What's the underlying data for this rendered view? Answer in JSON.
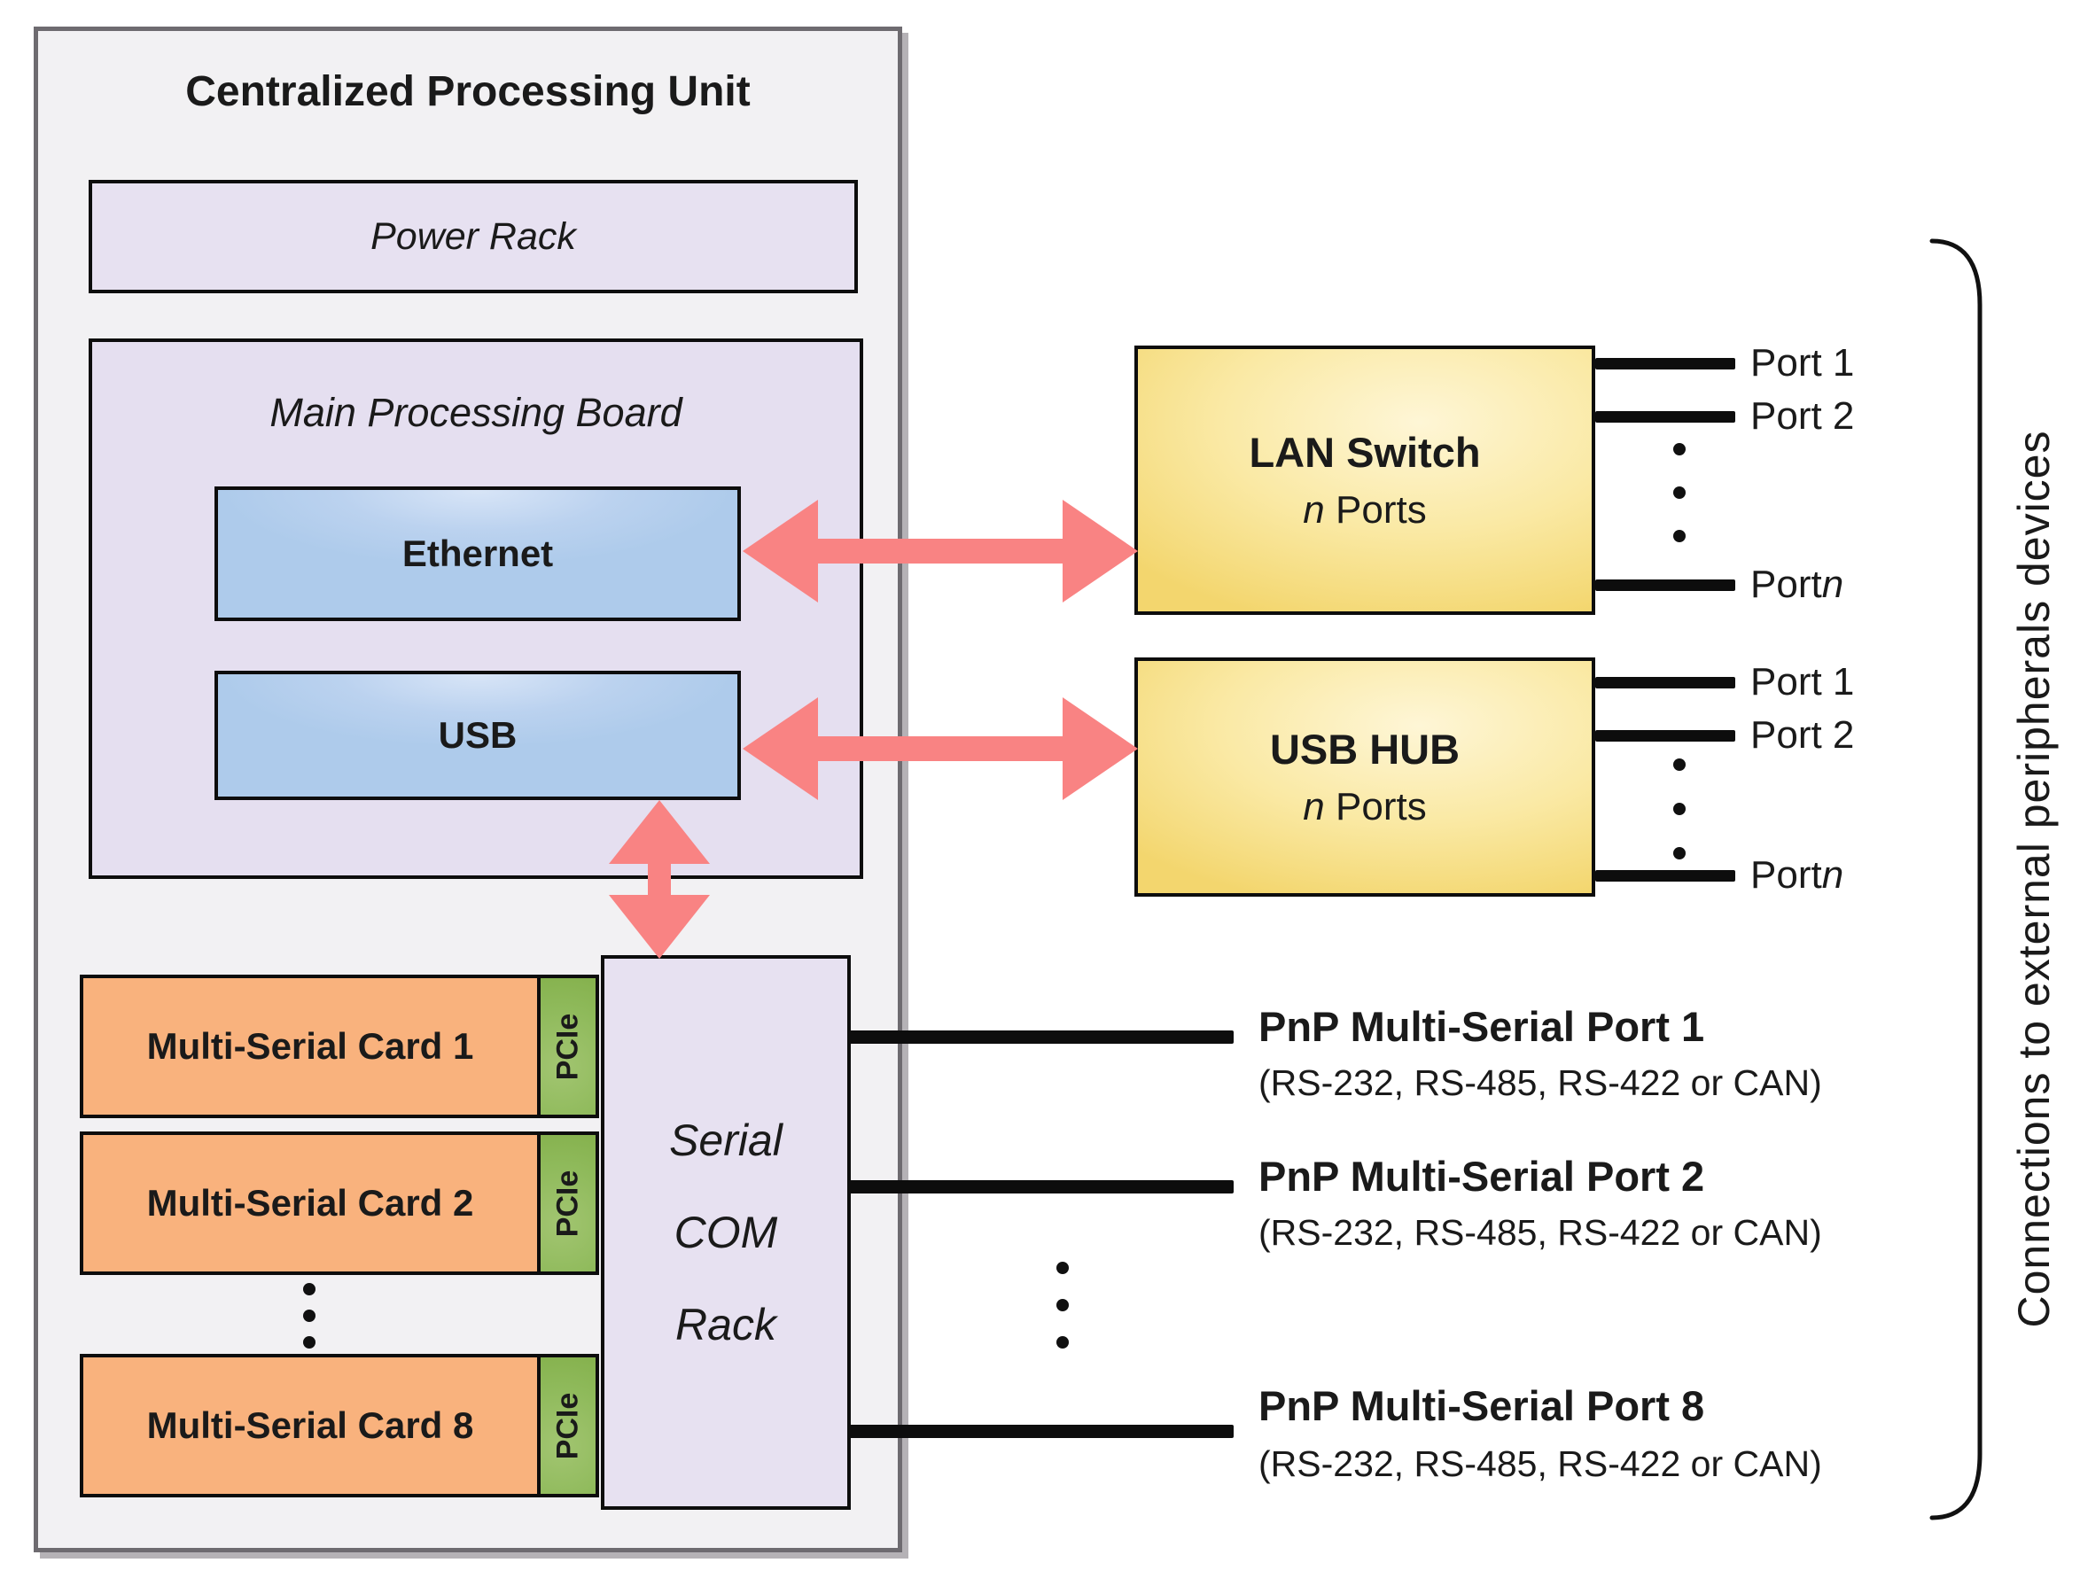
{
  "cpu": {
    "title": "Centralized Processing Unit",
    "power_rack_label": "Power Rack",
    "main_board": {
      "title": "Main Processing Board",
      "ethernet_label": "Ethernet",
      "usb_label": "USB"
    },
    "cards": [
      {
        "label": "Multi-Serial Card 1",
        "connector": "PCIe"
      },
      {
        "label": "Multi-Serial Card 2",
        "connector": "PCIe"
      },
      {
        "label": "Multi-Serial Card 8",
        "connector": "PCIe"
      }
    ],
    "serial_com_rack": {
      "line1": "Serial",
      "line2": "COM",
      "line3": "Rack"
    }
  },
  "lan_switch": {
    "title": "LAN Switch",
    "qty_italic": "n",
    "qty_rest": " Ports",
    "port_labels": [
      {
        "text": "Port 1",
        "italic": ""
      },
      {
        "text": "Port 2",
        "italic": ""
      },
      {
        "text": "Port ",
        "italic": "n"
      }
    ]
  },
  "usb_hub": {
    "title": "USB HUB",
    "qty_italic": "n",
    "qty_rest": " Ports",
    "port_labels": [
      {
        "text": "Port 1",
        "italic": ""
      },
      {
        "text": "Port 2",
        "italic": ""
      },
      {
        "text": "Port ",
        "italic": "n"
      }
    ]
  },
  "pnp_ports": [
    {
      "title": "PnP Multi-Serial Port 1",
      "subtitle": "(RS-232, RS-485, RS-422 or CAN)"
    },
    {
      "title": "PnP Multi-Serial Port 2",
      "subtitle": "(RS-232, RS-485, RS-422 or CAN)"
    },
    {
      "title": "PnP Multi-Serial Port 8",
      "subtitle": "(RS-232, RS-485, RS-422 or CAN)"
    }
  ],
  "side_label": "Connections to external peripherals devices",
  "colors": {
    "arrow_pink": "#F98383",
    "lavender": "#E7E1F1",
    "block_blue": "#AECBEB",
    "block_yellow": "#F6DC80",
    "card_orange": "#F9B27D",
    "pcie_green": "#8FBA5B",
    "cpu_fill": "#F2F1F3",
    "cpu_border": "#6E6B70",
    "line_black": "#0D0D0D"
  }
}
